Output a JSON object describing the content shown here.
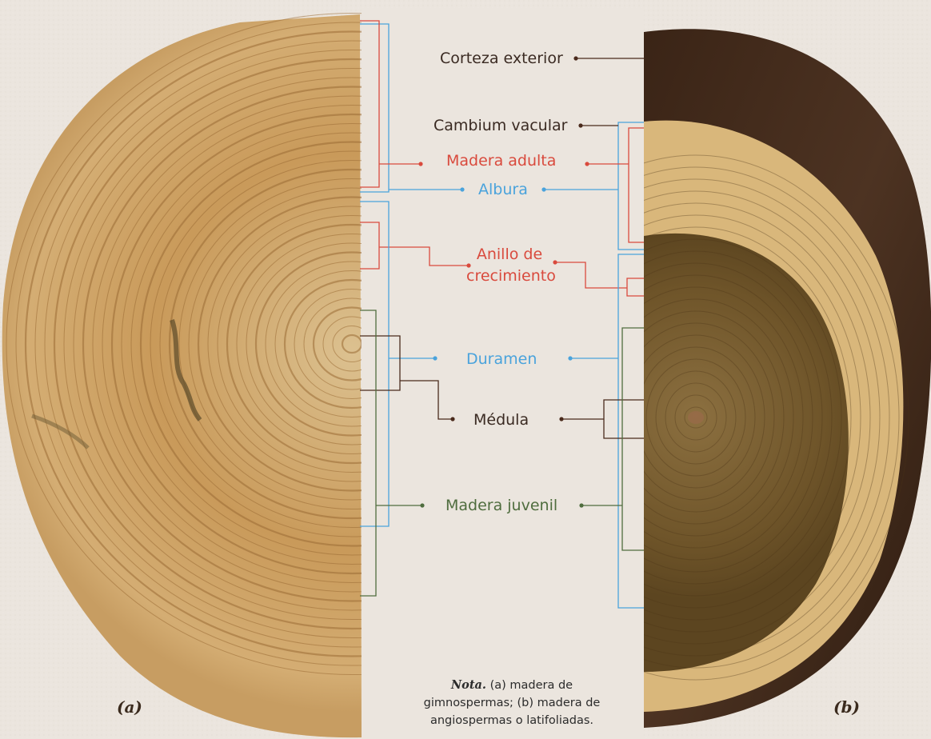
{
  "labels": {
    "corteza_exterior": "Corteza exterior",
    "cambium_vacular": "Cambium vacular",
    "madera_adulta": "Madera adulta",
    "albura": "Albura",
    "anillo_line1": "Anillo de",
    "anillo_line2": "crecimiento",
    "duramen": "Duramen",
    "medula": "Médula",
    "madera_juvenil": "Madera juvenil"
  },
  "panels": {
    "a": "(a)",
    "b": "(b)"
  },
  "note": {
    "lead": "Nota.",
    "line1": "(a) madera de",
    "line2": "gimnospermas; (b) madera de",
    "line3": "angiospermas o latifoliadas."
  },
  "colors": {
    "background": "#ebe5de",
    "dark_brown": "#4a2a1c",
    "red": "#d94a3d",
    "blue": "#4aa3dc",
    "green": "#4f6d3e",
    "wood_light": "#d9b074",
    "wood_dark": "#6e5228",
    "bark": "#3b2617"
  }
}
